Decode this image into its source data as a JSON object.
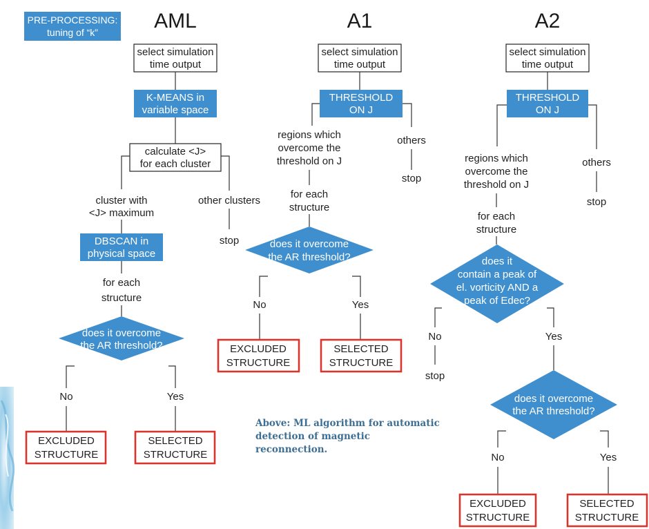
{
  "preprocessing": {
    "line1": "PRE-PROCESSING:",
    "line2": "tuning of “k”"
  },
  "caption": {
    "line1": "Above: ML algorithm for automatic",
    "line2": "detection of magnetic",
    "line3": "reconnection."
  },
  "columns": {
    "aml": {
      "title": "AML",
      "select": [
        "select simulation",
        "time output"
      ],
      "kmeans": [
        "K-MEANS in",
        "variable space"
      ],
      "calc": [
        "calculate <J>",
        "for each cluster"
      ],
      "max_branch": [
        "cluster with",
        "<J> maximum"
      ],
      "other_branch": "other clusters",
      "stop": "stop",
      "dbscan": [
        "DBSCAN in",
        "physical space"
      ],
      "for_each": [
        "for each",
        "structure"
      ],
      "decision": [
        "does it overcome",
        "the AR threshold?"
      ],
      "no": "No",
      "yes": "Yes",
      "excluded": [
        "EXCLUDED",
        "STRUCTURE"
      ],
      "selected": [
        "SELECTED",
        "STRUCTURE"
      ]
    },
    "a1": {
      "title": "A1",
      "select": [
        "select simulation",
        "time output"
      ],
      "threshold": [
        "THRESHOLD",
        "ON J"
      ],
      "regions": [
        "regions which",
        "overcome the",
        "threshold on J"
      ],
      "others": "others",
      "stop": "stop",
      "for_each": [
        "for each",
        "structure"
      ],
      "decision": [
        "does it overcome",
        "the AR threshold?"
      ],
      "no": "No",
      "yes": "Yes",
      "excluded": [
        "EXCLUDED",
        "STRUCTURE"
      ],
      "selected": [
        "SELECTED",
        "STRUCTURE"
      ]
    },
    "a2": {
      "title": "A2",
      "select": [
        "select simulation",
        "time output"
      ],
      "threshold": [
        "THRESHOLD",
        "ON J"
      ],
      "regions": [
        "regions which",
        "overcome the",
        "threshold on J"
      ],
      "others": "others",
      "stop": "stop",
      "for_each": [
        "for each",
        "structure"
      ],
      "peak_decision": [
        "does it",
        "contain a peak of",
        "el. vorticity AND a",
        "peak of Edec?"
      ],
      "no": "No",
      "yes": "Yes",
      "no_stop": "stop",
      "decision": [
        "does it overcome",
        "the AR threshold?"
      ],
      "no2": "No",
      "yes2": "Yes",
      "excluded": [
        "EXCLUDED",
        "STRUCTURE"
      ],
      "selected": [
        "SELECTED",
        "STRUCTURE"
      ]
    }
  },
  "colors": {
    "process_blue": "#3f8fce",
    "result_border": "#d9352f",
    "caption": "#3d6e93"
  }
}
